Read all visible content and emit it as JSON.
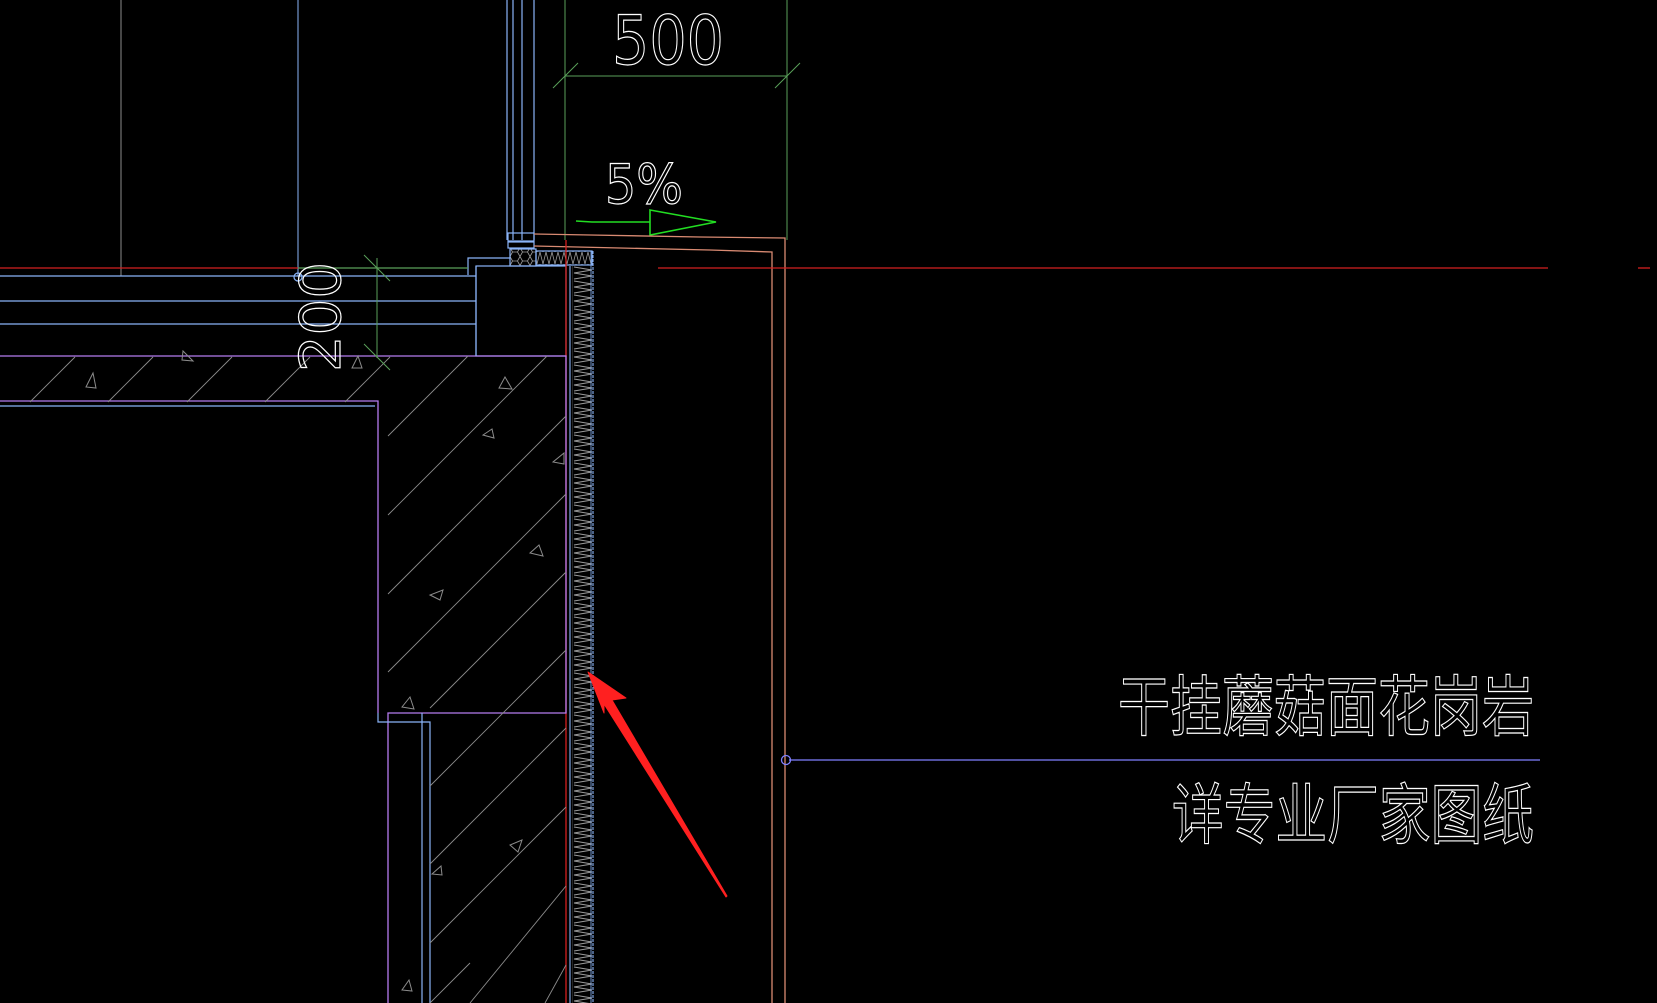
{
  "drawing": {
    "background": "#000000",
    "colors": {
      "window_frame": "#8ab4f8",
      "slab_outline": "#b57cf0",
      "concrete_hatch": "#8c8c8c",
      "dimension": "#5aa05a",
      "slope_arrow": "#22dd22",
      "axis_line": "#d42020",
      "flashing": "#d98a72",
      "stone_face": "#d98a72",
      "annotation_arrow": "#ff2020",
      "text": "#ffffff",
      "leader": "#8080ff"
    },
    "dimensions": {
      "top_width": "500",
      "slab_height": "200"
    },
    "slope": {
      "label": "5%"
    },
    "callout": {
      "line1": "干挂蘑菇面花岗岩",
      "line2": "详专业厂家图纸"
    }
  }
}
